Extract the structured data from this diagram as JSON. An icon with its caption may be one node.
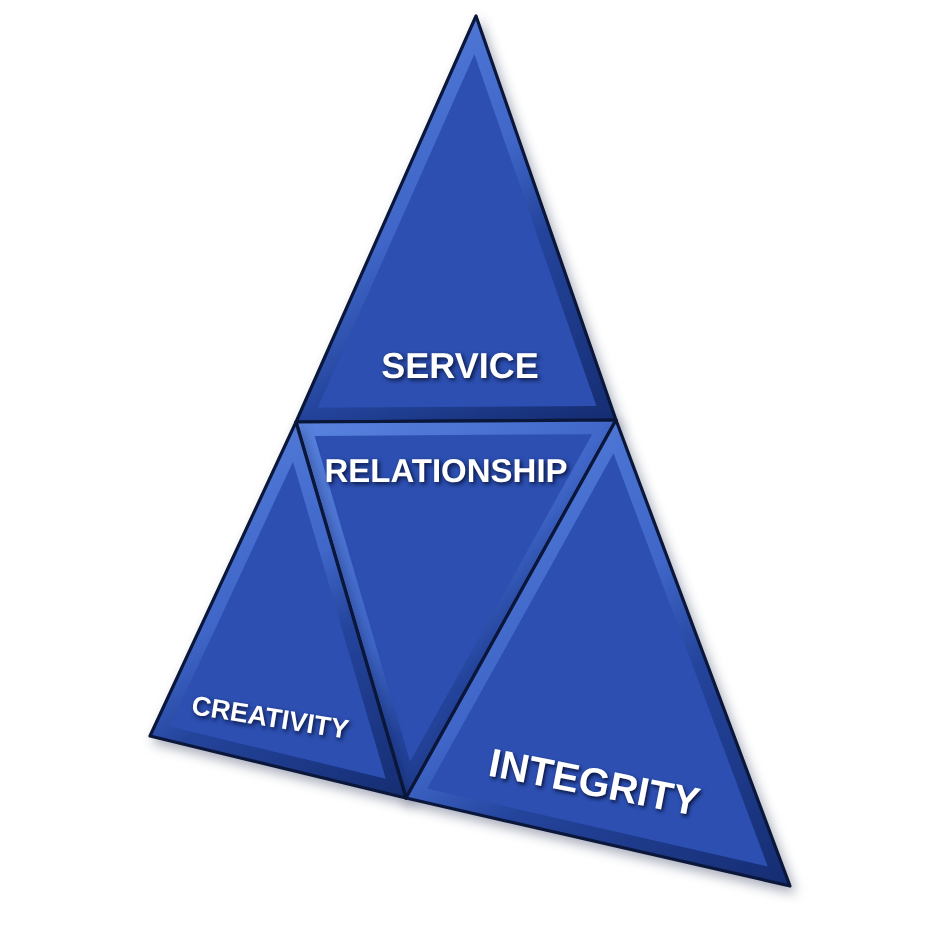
{
  "diagram": {
    "nodes": [
      {
        "text": [
          "SERVICE"
        ]
      },
      {
        "text": [
          "RELATIONSHIP"
        ]
      },
      {
        "text": [
          "CREATIVITY"
        ]
      },
      {
        "text": [
          "INTEGRITY"
        ]
      }
    ]
  }
}
